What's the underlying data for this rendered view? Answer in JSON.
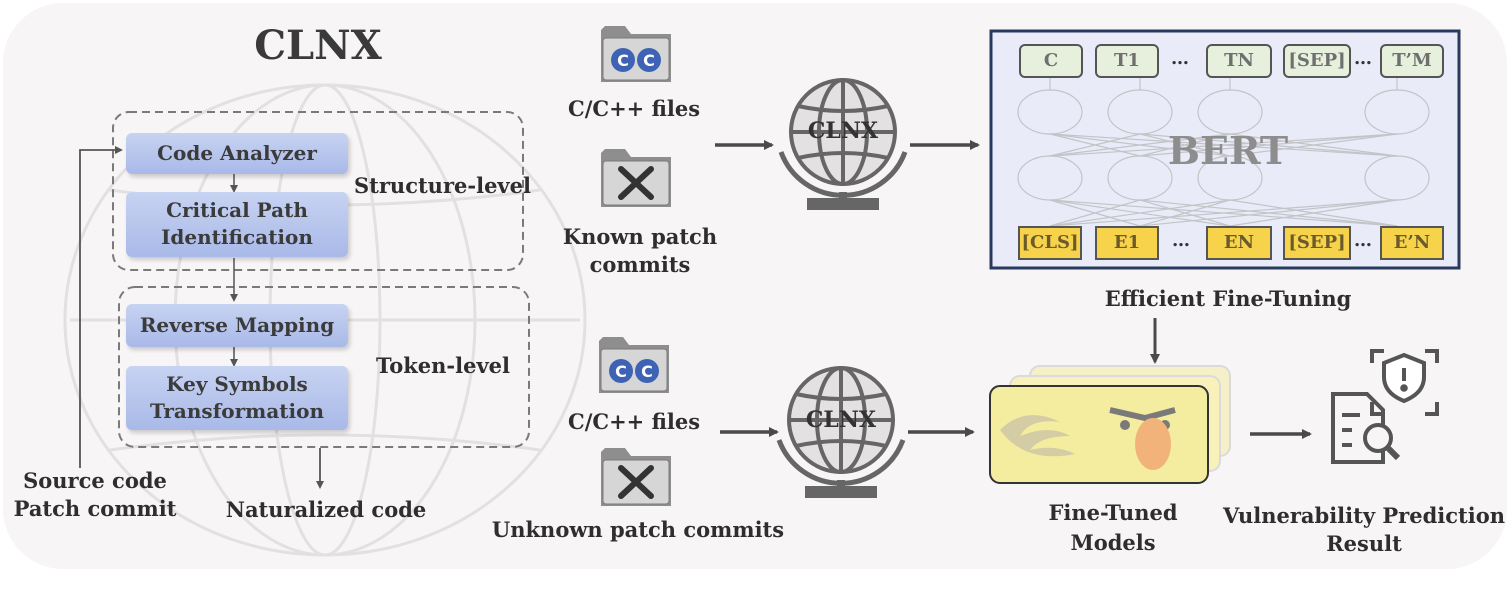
{
  "clnx": {
    "title": "CLNX",
    "structure_label": "Structure-level",
    "token_label": "Token-level",
    "steps": [
      "Code Analyzer",
      "Critical Path Identification",
      "Reverse Mapping",
      "Key Symbols Transformation"
    ],
    "input_label_1": "Source code",
    "input_label_2": "Patch commit",
    "output_label": "Naturalized code"
  },
  "top_flow": {
    "files_label": "C/C++ files",
    "commits_label_1": "Known patch",
    "commits_label_2": "commits",
    "globe_label": "CLNX"
  },
  "bottom_flow": {
    "files_label": "C/C++ files",
    "commits_label": "Unknown patch commits",
    "globe_label": "CLNX"
  },
  "bert": {
    "title": "BERT",
    "top_tokens": [
      "C",
      "T1",
      "TN",
      "[SEP]",
      "T’M"
    ],
    "bottom_tokens": [
      "[CLS]",
      "E1",
      "EN",
      "[SEP]",
      "E’N"
    ],
    "ellipsis": "…"
  },
  "fine_tuning_label": "Efficient Fine-Tuning",
  "models_label_1": "Fine-Tuned",
  "models_label_2": "Models",
  "result_label_1": "Vulnerability Prediction",
  "result_label_2": "Result",
  "colors": {
    "background": "#f7f5f5",
    "step_box": "#b3c2ec",
    "bert_panel": "#e9ecf8",
    "bert_border": "#283a5e",
    "token_green": "#e7f0dc",
    "token_yellow": "#f6d34a",
    "arrow": "#4a4a4a"
  }
}
